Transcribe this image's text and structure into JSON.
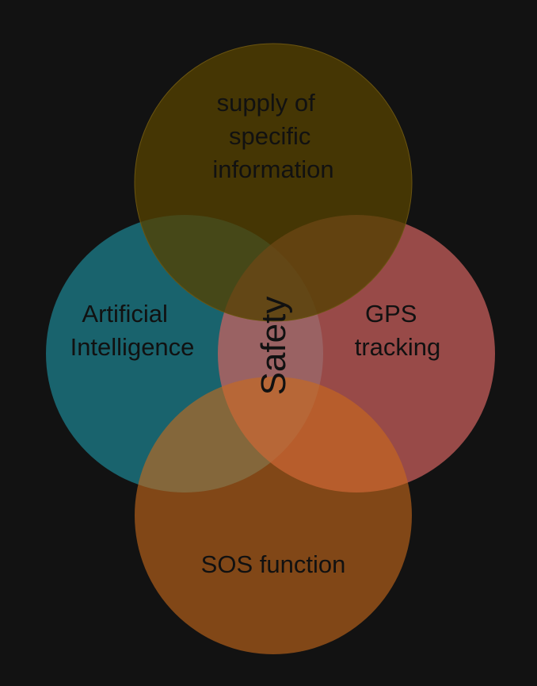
{
  "diagram": {
    "center_label": "Safety",
    "circles": [
      {
        "id": "top",
        "label_lines": [
          "supply of",
          "specific",
          "information"
        ],
        "fill": "#534000",
        "outline": "#6a5410"
      },
      {
        "id": "left",
        "label_lines": [
          "Artificial",
          "Intelligence"
        ],
        "fill": "#1c8694"
      },
      {
        "id": "right",
        "label_lines": [
          "GPS",
          "tracking"
        ],
        "fill": "#d2625f"
      },
      {
        "id": "bottom",
        "label_lines": [
          "SOS function"
        ],
        "fill": "#cc6a1a"
      }
    ]
  }
}
